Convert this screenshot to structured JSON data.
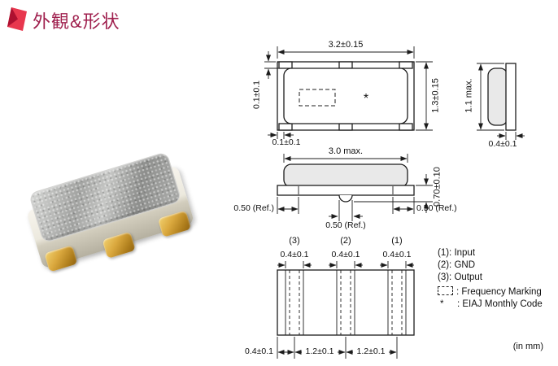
{
  "colors": {
    "brand": "#9f1f4d",
    "logo_red": "#e8374e",
    "logo_dark_red": "#ad1030",
    "line": "#1c1c1c"
  },
  "header": {
    "title": "外観&形状"
  },
  "top_view": {
    "width_dim": "3.2±0.15",
    "height_dim": "1.3±0.15",
    "pad_offset_vertical": "0.1±0.1",
    "pad_offset_horizontal": "0.1±0.1",
    "monthly_code_mark": "*"
  },
  "end_view": {
    "height_dim": "1.1 max.",
    "terminal_width_dim": "0.4±0.1"
  },
  "front_view": {
    "width_dim": "3.0 max.",
    "height_dim": "0.70±0.10",
    "left_ref_dim": "0.50 (Ref.)",
    "right_ref_dim": "0.50 (Ref.)",
    "center_ref_dim": "0.50 (Ref.)"
  },
  "bottom_view": {
    "pad_numbers": [
      "(3)",
      "(2)",
      "(1)"
    ],
    "pad_width_dims": [
      "0.4±0.1",
      "0.4±0.1",
      "0.4±0.1"
    ],
    "edge_dim": "0.4±0.1",
    "pitch_dims": [
      "1.2±0.1",
      "1.2±0.1"
    ]
  },
  "legend": {
    "items": [
      "(1): Input",
      "(2): GND",
      "(3): Output"
    ],
    "frequency_marking_label": ": Frequency Marking",
    "monthly_code_prefix": "*",
    "monthly_code_label": ": EIAJ Monthly Code"
  },
  "footer": {
    "unit_note": "(in mm)"
  }
}
